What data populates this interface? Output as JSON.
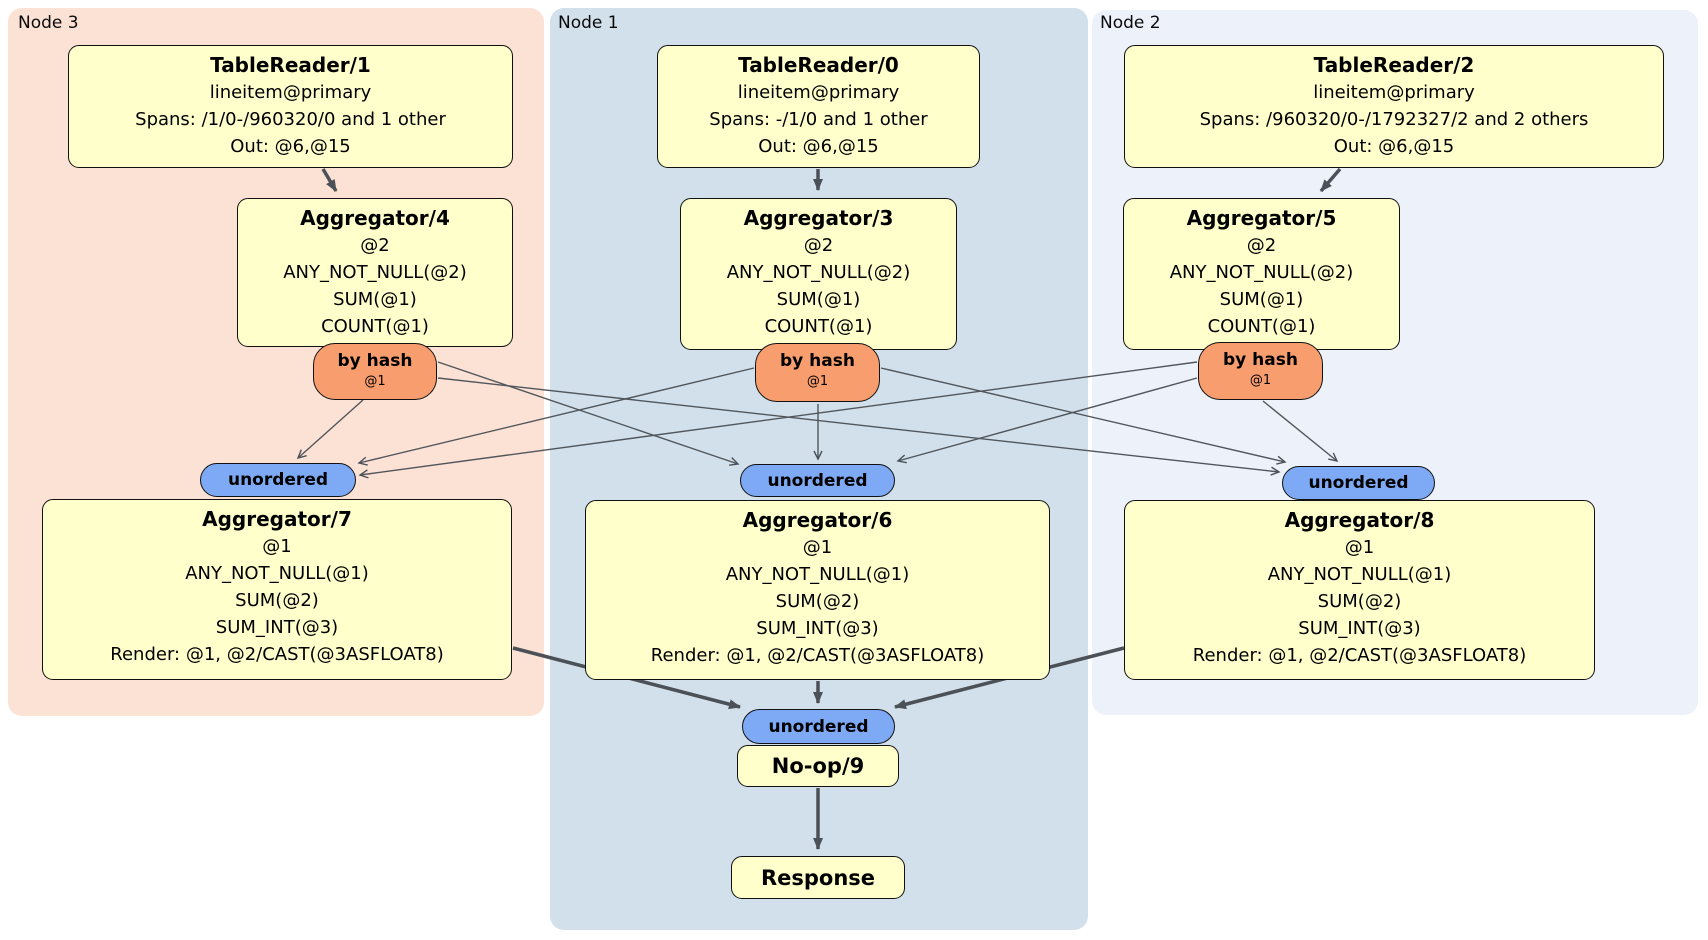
{
  "diagram": {
    "nodes": [
      {
        "label": "Node 3",
        "table_reader": {
          "title": "TableReader/1",
          "lines": [
            "lineitem@primary",
            "Spans: /1/0-/960320/0 and 1 other",
            "Out: @6,@15"
          ]
        },
        "aggregator_top": {
          "title": "Aggregator/4",
          "lines": [
            "@2",
            "ANY_NOT_NULL(@2)",
            "SUM(@1)",
            "COUNT(@1)"
          ]
        },
        "router": {
          "label": "by hash",
          "detail": "@1"
        },
        "sync": {
          "label": "unordered"
        },
        "aggregator_bottom": {
          "title": "Aggregator/7",
          "lines": [
            "@1",
            "ANY_NOT_NULL(@1)",
            "SUM(@2)",
            "SUM_INT(@3)",
            "Render: @1, @2/CAST(@3ASFLOAT8)"
          ]
        }
      },
      {
        "label": "Node 1",
        "table_reader": {
          "title": "TableReader/0",
          "lines": [
            "lineitem@primary",
            "Spans: -/1/0 and 1 other",
            "Out: @6,@15"
          ]
        },
        "aggregator_top": {
          "title": "Aggregator/3",
          "lines": [
            "@2",
            "ANY_NOT_NULL(@2)",
            "SUM(@1)",
            "COUNT(@1)"
          ]
        },
        "router": {
          "label": "by hash",
          "detail": "@1"
        },
        "sync": {
          "label": "unordered"
        },
        "aggregator_bottom": {
          "title": "Aggregator/6",
          "lines": [
            "@1",
            "ANY_NOT_NULL(@1)",
            "SUM(@2)",
            "SUM_INT(@3)",
            "Render: @1, @2/CAST(@3ASFLOAT8)"
          ]
        }
      },
      {
        "label": "Node 2",
        "table_reader": {
          "title": "TableReader/2",
          "lines": [
            "lineitem@primary",
            "Spans: /960320/0-/1792327/2 and 2 others",
            "Out: @6,@15"
          ]
        },
        "aggregator_top": {
          "title": "Aggregator/5",
          "lines": [
            "@2",
            "ANY_NOT_NULL(@2)",
            "SUM(@1)",
            "COUNT(@1)"
          ]
        },
        "router": {
          "label": "by hash",
          "detail": "@1"
        },
        "sync": {
          "label": "unordered"
        },
        "aggregator_bottom": {
          "title": "Aggregator/8",
          "lines": [
            "@1",
            "ANY_NOT_NULL(@1)",
            "SUM(@2)",
            "SUM_INT(@3)",
            "Render: @1, @2/CAST(@3ASFLOAT8)"
          ]
        }
      }
    ],
    "final_sync": {
      "label": "unordered"
    },
    "noop": {
      "title": "No-op/9"
    },
    "response": {
      "title": "Response"
    },
    "colors": {
      "node3_panel": "#fce1d5",
      "node1_panel": "#d1e0ea",
      "node2_panel": "#ecf1fa",
      "processor_box": "#ffffcc",
      "hash_router": "#f89e6e",
      "sync_oval": "#7ea9f5",
      "edge": "#4b5157"
    }
  }
}
